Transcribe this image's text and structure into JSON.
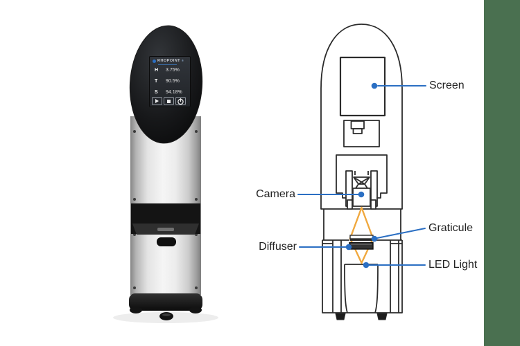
{
  "photo": {
    "brand_logo": "RHOPOINT",
    "brand_mark": "®",
    "screen_rows": [
      {
        "label": "H",
        "value": "3.75%"
      },
      {
        "label": "T",
        "value": "90.5%"
      },
      {
        "label": "S",
        "value": "94.18%"
      }
    ],
    "buttons": [
      {
        "icon": "play-icon"
      },
      {
        "icon": "stop-icon"
      },
      {
        "icon": "target-icon"
      }
    ]
  },
  "diagram": {
    "labels": {
      "screen": "Screen",
      "camera": "Camera",
      "graticule": "Graticule",
      "diffuser": "Diffuser",
      "led_light": "LED Light"
    }
  },
  "colors": {
    "callout_blue": "#2b6fc3",
    "light_path_orange": "#f0a83e",
    "diagram_line": "#2b2b2b",
    "accent_green_bar": "#4a7050"
  }
}
